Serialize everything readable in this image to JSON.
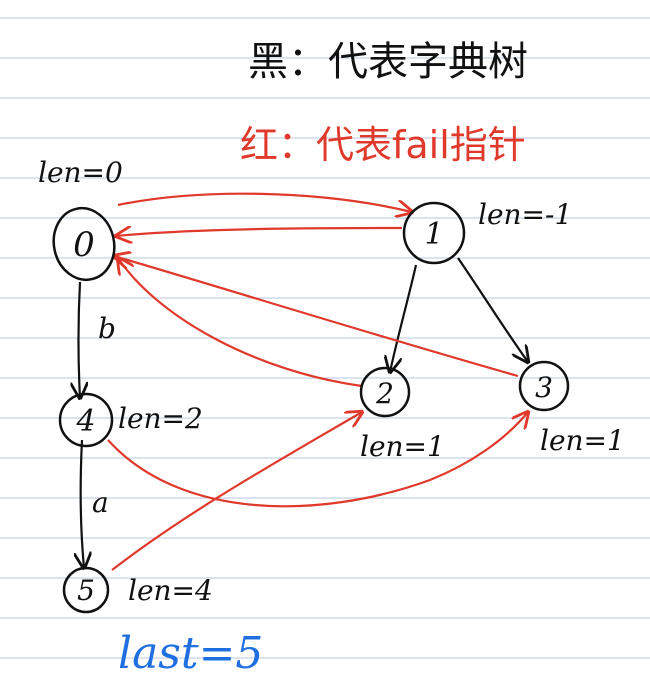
{
  "legend": {
    "black": "黑：代表字典树",
    "red": "红：代表fail指针"
  },
  "nodes": [
    {
      "id": "0",
      "label": "0",
      "len": "len=0"
    },
    {
      "id": "1",
      "label": "1",
      "len": "len=-1"
    },
    {
      "id": "4",
      "label": "4",
      "len": "len=2"
    },
    {
      "id": "2",
      "label": "2",
      "len": "len=1"
    },
    {
      "id": "3",
      "label": "3",
      "len": "len=1"
    },
    {
      "id": "5",
      "label": "5",
      "len": "len=4"
    }
  ],
  "edges": {
    "trie": [
      {
        "from": "0",
        "to": "4",
        "label": "b"
      },
      {
        "from": "4",
        "to": "5",
        "label": "a"
      },
      {
        "from": "1",
        "to": "2",
        "label": ""
      },
      {
        "from": "1",
        "to": "3",
        "label": ""
      }
    ],
    "fail": [
      {
        "from": "0",
        "to": "1"
      },
      {
        "from": "1",
        "to": "0"
      },
      {
        "from": "2",
        "to": "0"
      },
      {
        "from": "3",
        "to": "0"
      },
      {
        "from": "4",
        "to": "3"
      },
      {
        "from": "5",
        "to": "2"
      }
    ]
  },
  "last_note": "last=5",
  "colors": {
    "ink": "#111111",
    "red": "#e0392b",
    "blue": "#1f6fe0",
    "rule": "#b7c7dc",
    "paper": "#ffffff"
  }
}
